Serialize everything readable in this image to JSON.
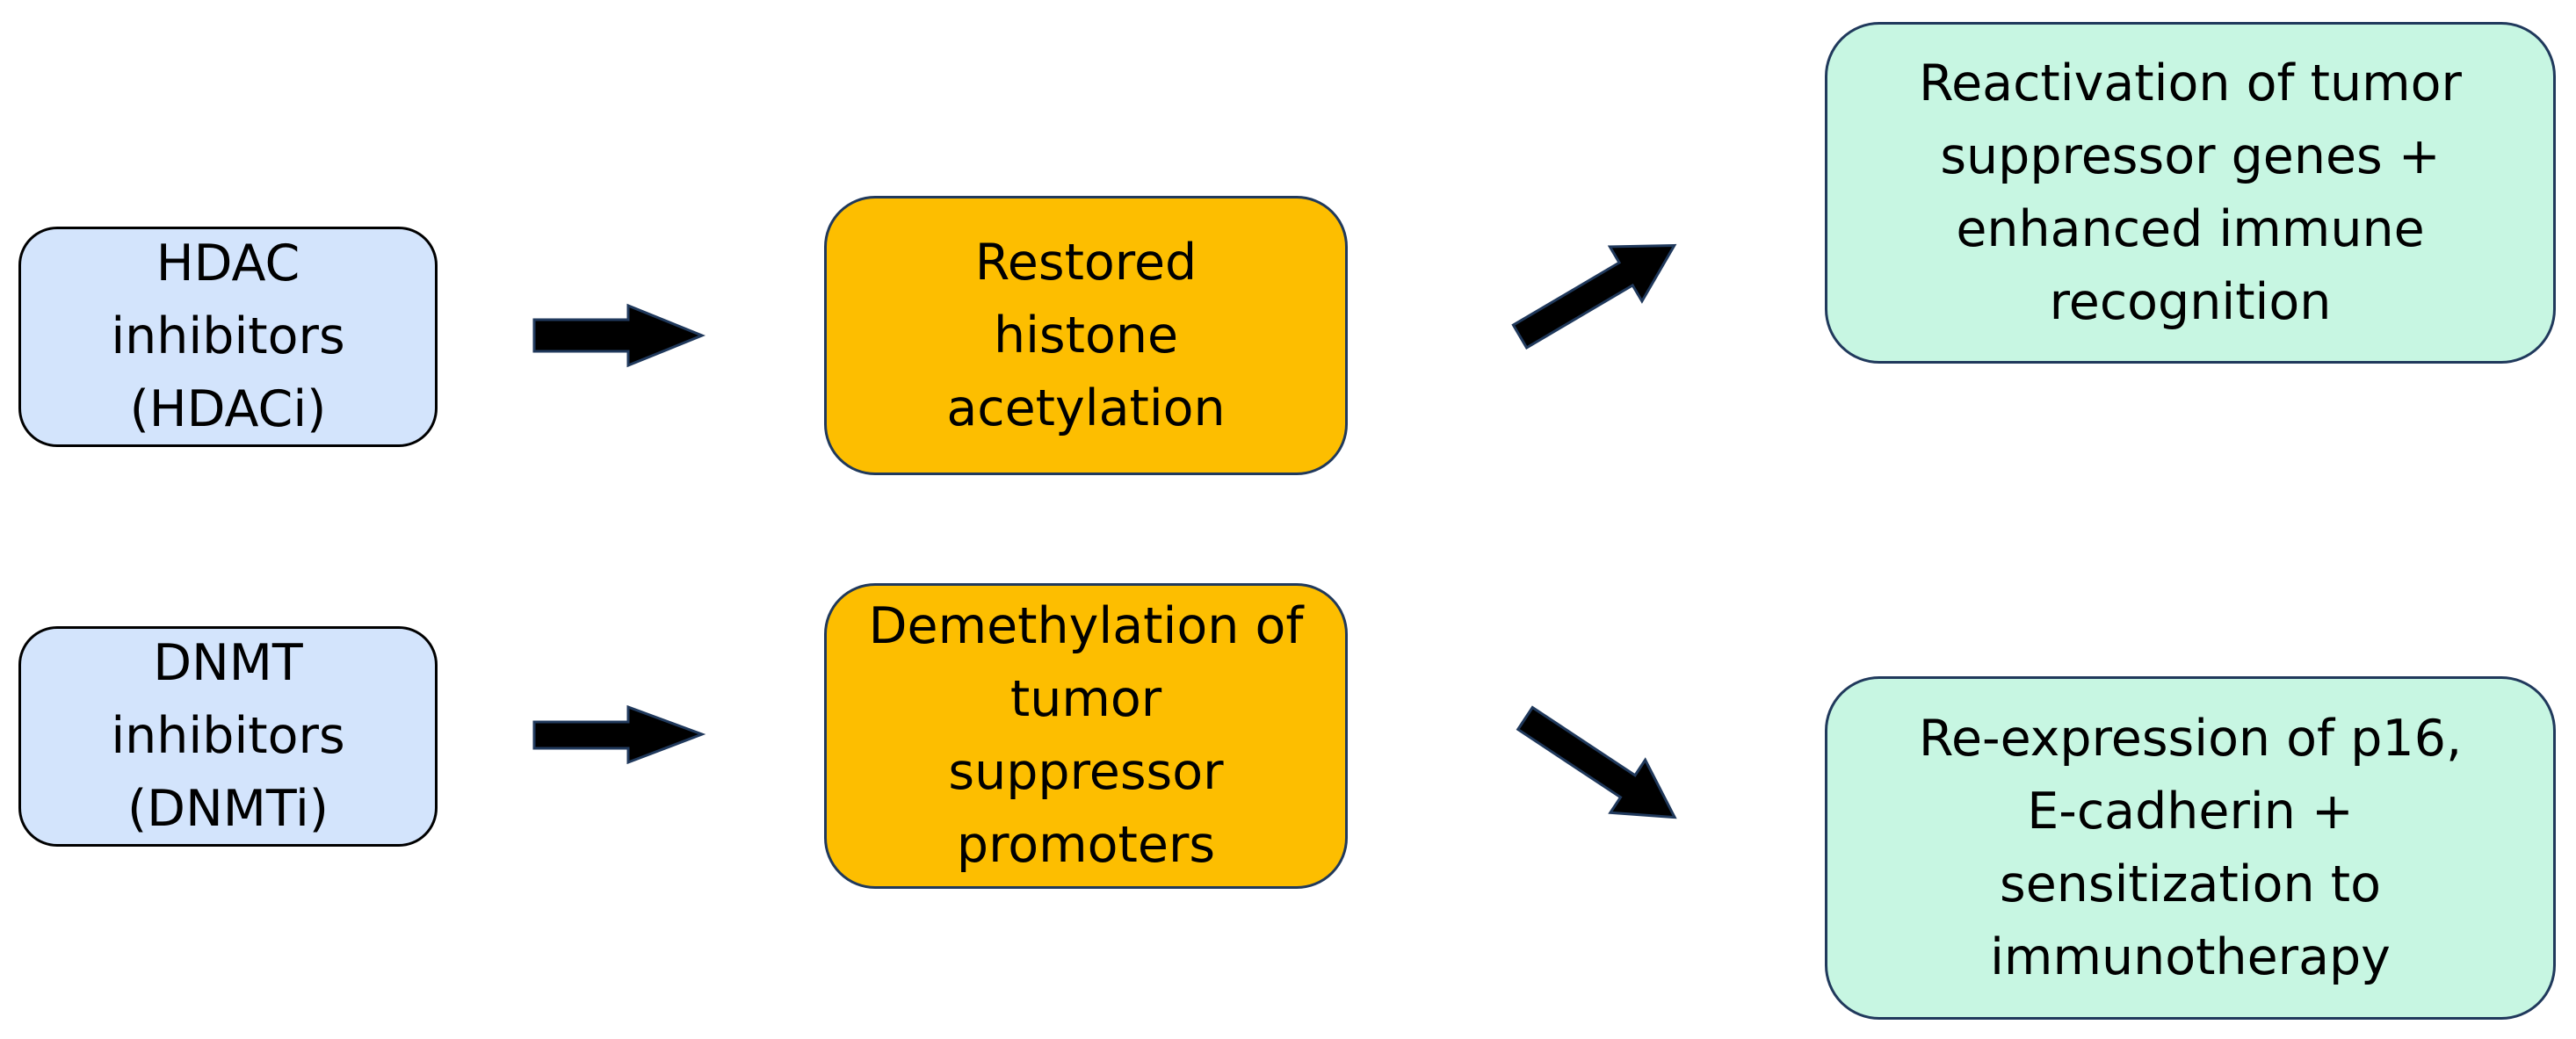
{
  "nodes": {
    "hdac_inhibitors": "HDAC\ninhibitors\n(HDACi)",
    "dnmt_inhibitors": "DNMT\ninhibitors\n(DNMTi)",
    "histone_acetylation": "Restored\nhistone\nacetylation",
    "demethylation": "Demethylation of\ntumor\nsuppressor\npromoters",
    "reactivation": "Reactivation of tumor\nsuppressor genes  +\nenhanced immune\nrecognition",
    "reexpression": "Re-expression of p16,\nE-cadherin +\nsensitization to\nimmunotherapy"
  },
  "colors": {
    "input_fill": "#d3e4fc",
    "mechanism_fill": "#fdbe00",
    "outcome_fill": "#c7f6e2",
    "border_dark": "#20395c",
    "arrow": "#000000"
  }
}
